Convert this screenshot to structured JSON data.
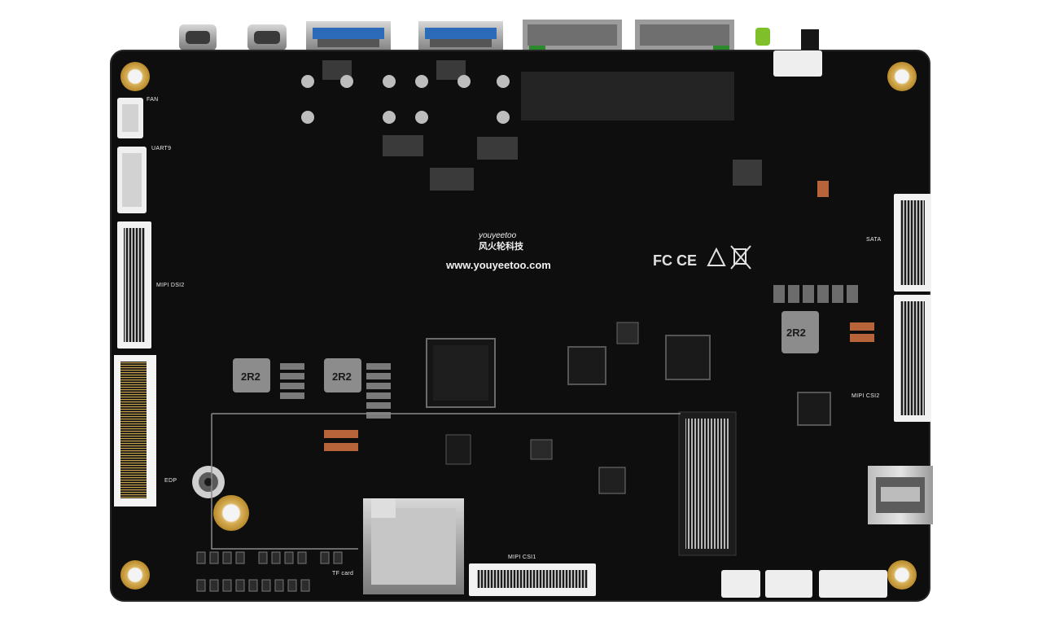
{
  "board": {
    "brand_logo_text": "youyeetoo",
    "brand_cn": "风火轮科技",
    "brand_url": "www.youyeetoo.com",
    "cert_marks": "FC CE",
    "labels": {
      "fan": "FAN",
      "uart": "UART9",
      "mipi_dsi": "MIPI DSI2",
      "edp": "EDP",
      "sata": "SATA",
      "mipi_csi2": "MIPI CSI2",
      "mipi_csi1": "MIPI CSI1",
      "tf_card": "TF card"
    },
    "inductor_left": "2R2",
    "inductor_mid": "2R2",
    "inductor_right": "2R2"
  }
}
